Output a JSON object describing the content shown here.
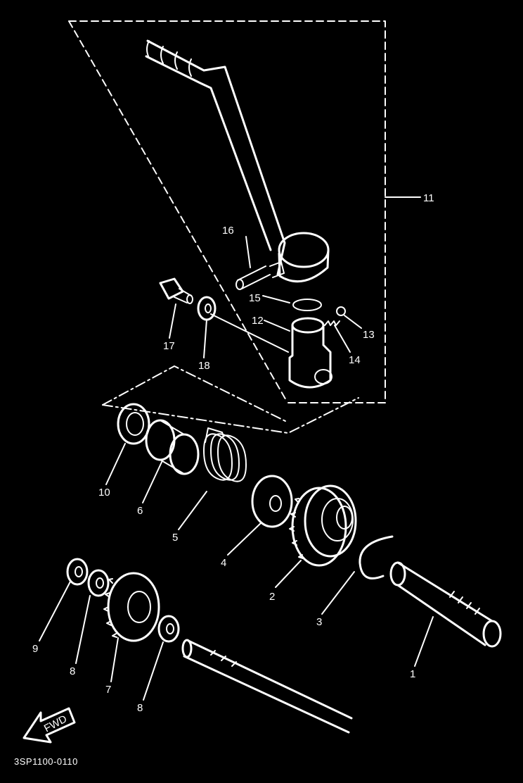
{
  "diagram": {
    "code": "3SP1100-0110",
    "fwd_label": "FWD",
    "part_numbers": {
      "p1": "1",
      "p2": "2",
      "p3": "3",
      "p4": "4",
      "p5": "5",
      "p6": "6",
      "p7": "7",
      "p8a": "8",
      "p8b": "8",
      "p9": "9",
      "p10": "10",
      "p11": "11",
      "p12": "12",
      "p13": "13",
      "p14": "14",
      "p15": "15",
      "p16": "16",
      "p17": "17",
      "p18": "18"
    }
  }
}
